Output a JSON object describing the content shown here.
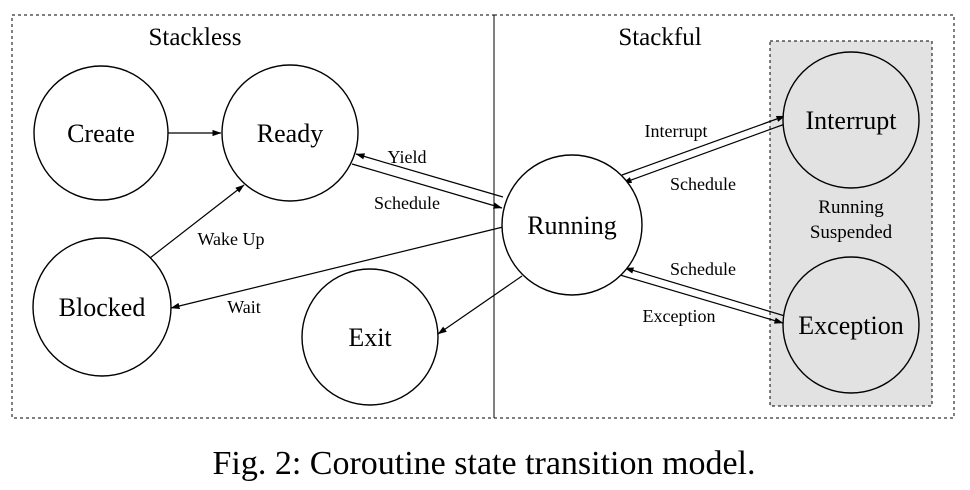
{
  "regions": {
    "stackless": "Stackless",
    "stackful": "Stackful",
    "suspended_line1": "Running",
    "suspended_line2": "Suspended"
  },
  "nodes": {
    "create": "Create",
    "ready": "Ready",
    "blocked": "Blocked",
    "exit": "Exit",
    "running": "Running",
    "interrupt": "Interrupt",
    "exception": "Exception"
  },
  "edges": {
    "yield": "Yield",
    "schedule_ready": "Schedule",
    "wake_up": "Wake Up",
    "wait": "Wait",
    "interrupt": "Interrupt",
    "schedule_from_interrupt": "Schedule",
    "schedule_from_exception": "Schedule",
    "exception": "Exception"
  },
  "caption": "Fig. 2: Coroutine state transition model."
}
